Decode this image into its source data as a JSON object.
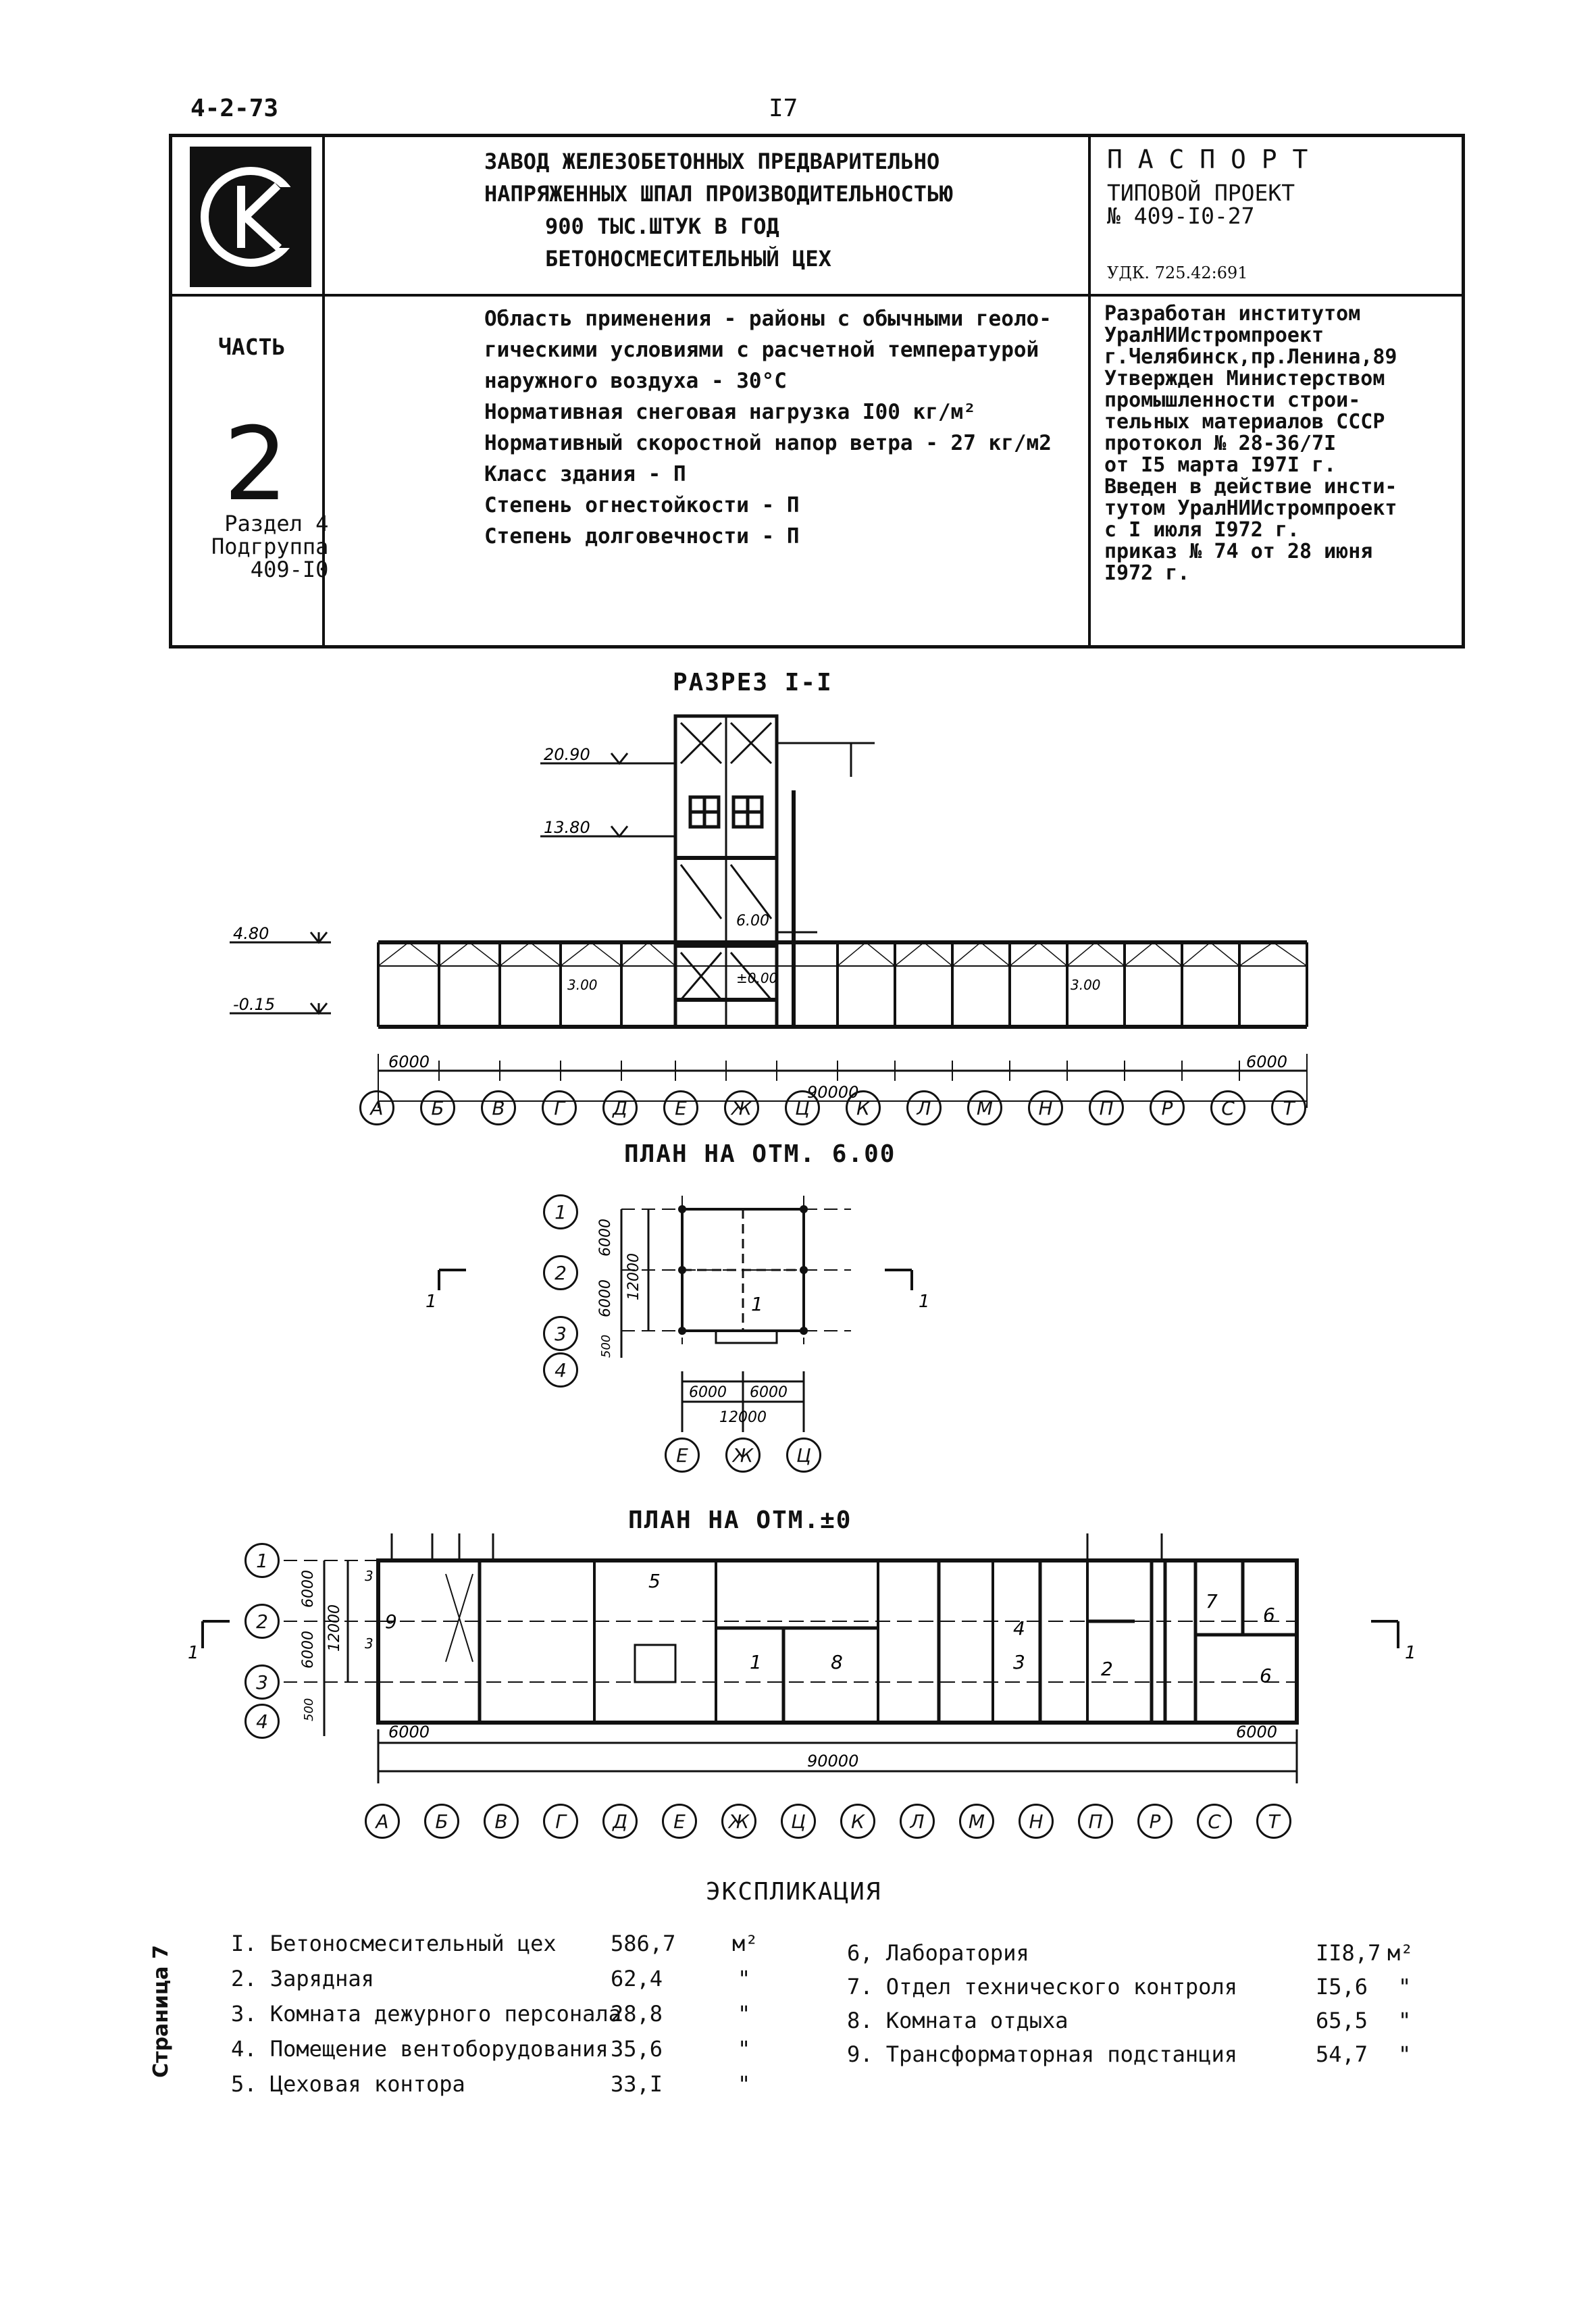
{
  "header": {
    "code": "4-2-73",
    "page_number": "I7"
  },
  "title_block": {
    "title_lines": [
      "ЗАВОД ЖЕЛЕЗОБЕТОННЫХ ПРЕДВАРИТЕЛЬНО",
      "НАПРЯЖЕННЫХ ШПАЛ ПРОИЗВОДИТЕЛЬНОСТЬЮ",
      "900 ТЫС.ШТУК В ГОД",
      "БЕТОНОСМЕСИТЕЛЬНЫЙ ЦЕХ"
    ],
    "passport_label": "П А С П О Р Т",
    "project_type": "ТИПОВОЙ ПРОЕКТ",
    "project_number": "№ 409-I0-27",
    "udk": "УДК. 725.42:691",
    "part_label": "ЧАСТЬ",
    "part_number": "2",
    "section_lines": [
      "Раздел 4",
      "Подгруппа",
      "409-I0"
    ],
    "spec_lines": [
      "Область применения - районы с обычными геоло-",
      "гическими условиями с расчетной температурой",
      "наружного  воздуха - 30°C",
      "Нормативная снеговая нагрузка I00 кг/м²",
      "Нормативный скоростной напор ветра - 27 кг/м2",
      "Класс здания - П",
      "Степень огнестойкости - П",
      "Степень долговечности - П"
    ],
    "dev_lines": [
      "Разработан институтом",
      "УралНИИстромпроект",
      "г.Челябинск,пр.Ленина,89",
      "Утвержден Министерством",
      "промышленности строи-",
      "тельных материалов СССР",
      "протокол № 28-36/7I",
      "от I5 марта I97I г.",
      "Введен в действие инсти-",
      "тутом УралНИИстромпроект",
      "с I июля I972 г.",
      "приказ № 74 от 28 июня",
      "I972 г."
    ]
  },
  "section_view": {
    "title": "РАЗРЕЗ I-I",
    "levels": [
      "20.90",
      "13.80",
      "6.00",
      "4.80",
      "-0.15",
      "±0.00",
      "3.00",
      "3.00"
    ],
    "dim_end": "6000",
    "dim_total": "90000",
    "axes": [
      "А",
      "Б",
      "В",
      "Г",
      "Д",
      "Е",
      "Ж",
      "Ц",
      "К",
      "Л",
      "М",
      "Н",
      "П",
      "Р",
      "С",
      "Т"
    ]
  },
  "plan_600": {
    "title": "ПЛАН НА ОТМ. 6.00",
    "rows": [
      "1",
      "2",
      "3",
      "4"
    ],
    "cols": [
      "Е",
      "Ж",
      "Ц"
    ],
    "dims_v": [
      "6000",
      "6000",
      "12000",
      "500"
    ],
    "dims_h": [
      "6000",
      "6000",
      "12000"
    ],
    "room": "1",
    "cut_mark": "1"
  },
  "plan_000": {
    "title": "ПЛАН НА ОТМ.±0",
    "rows": [
      "1",
      "2",
      "3",
      "4"
    ],
    "dims_v": [
      "6000",
      "6000",
      "12000",
      "500"
    ],
    "dim_end": "6000",
    "dim_total": "90000",
    "axes": [
      "А",
      "Б",
      "В",
      "Г",
      "Д",
      "Е",
      "Ж",
      "Ц",
      "К",
      "Л",
      "М",
      "Н",
      "П",
      "Р",
      "С",
      "Т"
    ],
    "room_numbers": [
      "9",
      "5",
      "1",
      "8",
      "3",
      "4",
      "2",
      "7",
      "6",
      "6",
      "3",
      "3"
    ],
    "cut_mark": "1"
  },
  "explication": {
    "title": "ЭКСПЛИКАЦИЯ",
    "left": [
      {
        "n": "I.",
        "name": "Бетоносмесительный цех",
        "area": "586,7",
        "unit": "м²"
      },
      {
        "n": "2.",
        "name": "Зарядная",
        "area": "62,4",
        "unit": "\""
      },
      {
        "n": "3.",
        "name": "Комната дежурного персонала",
        "area": "28,8",
        "unit": "\""
      },
      {
        "n": "4.",
        "name": "Помещение вентоборудования",
        "area": "35,6",
        "unit": "\""
      },
      {
        "n": "5.",
        "name": "Цеховая контора",
        "area": "33,I",
        "unit": "\""
      }
    ],
    "right": [
      {
        "n": "6,",
        "name": "Лаборатория",
        "area": "II8,7",
        "unit": "м²"
      },
      {
        "n": "7.",
        "name": "Отдел технического контроля",
        "area": "I5,6",
        "unit": "\""
      },
      {
        "n": "8.",
        "name": "Комната отдыха",
        "area": "65,5",
        "unit": "\""
      },
      {
        "n": "9.",
        "name": "Трансформаторная подстанция",
        "area": "54,7",
        "unit": "\""
      }
    ]
  },
  "side_label": "Страница 7"
}
